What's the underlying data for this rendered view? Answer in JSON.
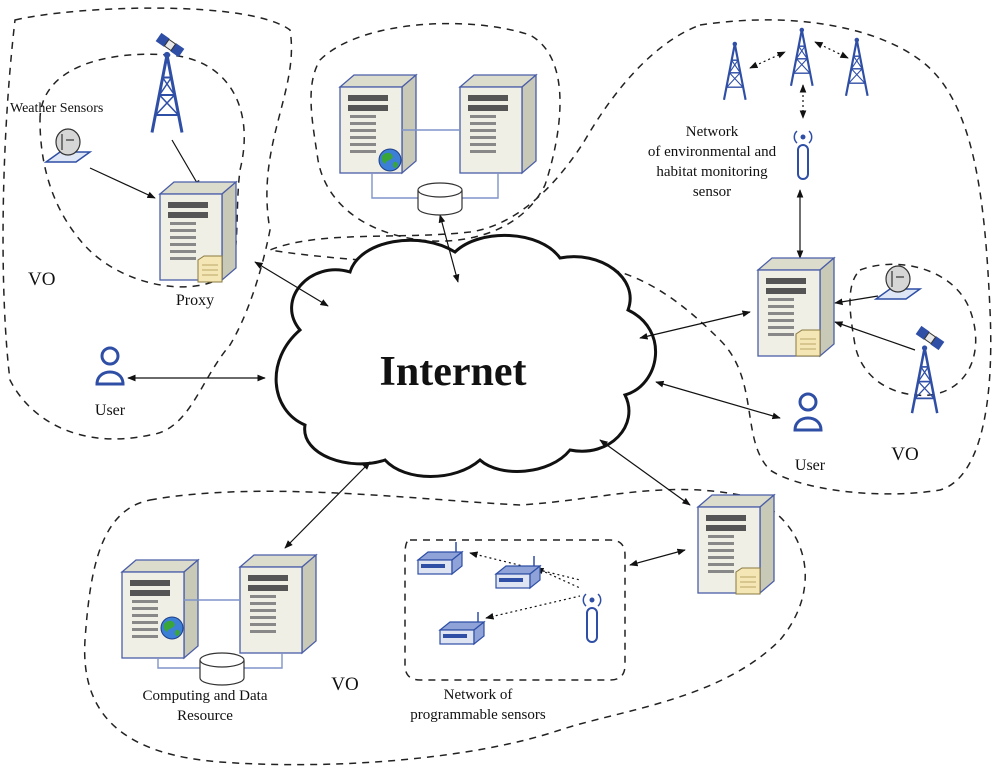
{
  "labels": {
    "internet": "Internet",
    "weather_sensors": "Weather Sensors",
    "proxy": "Proxy",
    "vo_top_left": "VO",
    "user_left": "User",
    "env_network_line1": "Network",
    "env_network_line2": "of environmental and",
    "env_network_line3": "habitat monitoring",
    "env_network_line4": "sensor",
    "user_right": "User",
    "vo_right": "VO",
    "computing_line1": "Computing and Data",
    "computing_line2": "Resource",
    "vo_bottom": "VO",
    "prog_network_line1": "Network of",
    "prog_network_line2": "programmable sensors"
  },
  "colors": {
    "server_body": "#efefe6",
    "server_side": "#c9c9b8",
    "server_outline": "#4a5ea8",
    "tower": "#2f4fa6",
    "user_icon": "#2f4fa6",
    "globe": "#3b7fd6"
  }
}
